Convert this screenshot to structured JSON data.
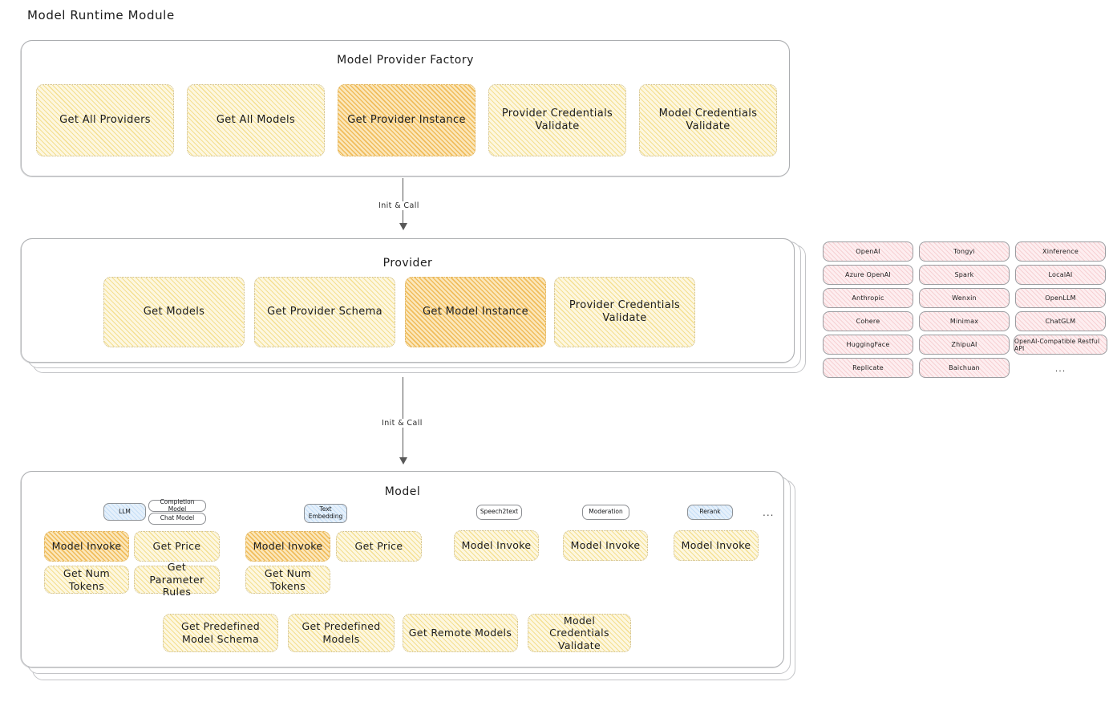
{
  "page": {
    "title": "Model Runtime Module"
  },
  "factory": {
    "title": "Model Provider Factory",
    "nodes": [
      {
        "label": "Get All Providers",
        "highlighted": false
      },
      {
        "label": "Get All Models",
        "highlighted": false
      },
      {
        "label": "Get Provider Instance",
        "highlighted": true
      },
      {
        "label": "Provider Credentials Validate",
        "highlighted": false
      },
      {
        "label": "Model Credentials Validate",
        "highlighted": false
      }
    ]
  },
  "arrow1": {
    "label": "Init & Call"
  },
  "provider": {
    "title": "Provider",
    "nodes": [
      {
        "label": "Get Models",
        "highlighted": false
      },
      {
        "label": "Get Provider Schema",
        "highlighted": false
      },
      {
        "label": "Get Model Instance",
        "highlighted": true
      },
      {
        "label": "Provider Credentials Validate",
        "highlighted": false
      }
    ]
  },
  "provider_list": {
    "columns": [
      [
        "OpenAI",
        "Azure OpenAI",
        "Anthropic",
        "Cohere",
        "HuggingFace",
        "Replicate"
      ],
      [
        "Tongyi",
        "Spark",
        "Wenxin",
        "Minimax",
        "ZhipuAI",
        "Baichuan"
      ],
      [
        "Xinference",
        "LocalAI",
        "OpenLLM",
        "ChatGLM",
        "OpenAI-Compatible Restful API"
      ]
    ],
    "more": "..."
  },
  "arrow2": {
    "label": "Init & Call"
  },
  "model": {
    "title": "Model",
    "more": "...",
    "types": [
      {
        "name": "LLM",
        "style": "blue",
        "sub": [
          "Completion Model",
          "Chat Model"
        ]
      },
      {
        "name": "Text Embedding",
        "style": "blue",
        "sub": []
      },
      {
        "name": "Speech2text",
        "style": "white",
        "sub": []
      },
      {
        "name": "Moderation",
        "style": "white",
        "sub": []
      },
      {
        "name": "Rerank",
        "style": "blue",
        "sub": []
      }
    ],
    "llm_nodes": [
      {
        "label": "Model Invoke",
        "highlighted": true
      },
      {
        "label": "Get Price",
        "highlighted": false
      },
      {
        "label": "Get Num Tokens",
        "highlighted": false
      },
      {
        "label": "Get Parameter Rules",
        "highlighted": false
      }
    ],
    "embedding_nodes": [
      {
        "label": "Model Invoke",
        "highlighted": true
      },
      {
        "label": "Get Price",
        "highlighted": false
      },
      {
        "label": "Get Num Tokens",
        "highlighted": false
      }
    ],
    "speech_nodes": [
      {
        "label": "Model Invoke",
        "highlighted": false
      }
    ],
    "moderation_nodes": [
      {
        "label": "Model Invoke",
        "highlighted": false
      }
    ],
    "rerank_nodes": [
      {
        "label": "Model Invoke",
        "highlighted": false
      }
    ],
    "common_nodes": [
      {
        "label": "Get Predefined Model Schema",
        "highlighted": false
      },
      {
        "label": "Get Predefined Models",
        "highlighted": false
      },
      {
        "label": "Get Remote Models",
        "highlighted": false
      },
      {
        "label": "Model Credentials Validate",
        "highlighted": false
      }
    ]
  },
  "colors": {
    "node_fill": "#fdf7e0",
    "node_highlight": "#fbe7bb",
    "chip_fill": "#fdeef0",
    "badge_blue": "#e5f0fb",
    "panel_border": "#b9babd"
  }
}
